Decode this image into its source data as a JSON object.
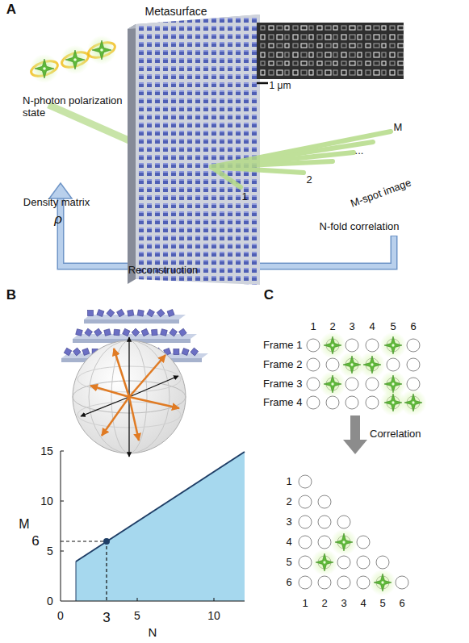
{
  "diagram": {
    "labels": [
      "A",
      "Metasurface",
      "1 μm",
      "N-photon polarization state",
      "M",
      "...",
      "2",
      "M-spot image",
      "1",
      "Density matrix",
      "ρ",
      "N-fold correlation",
      "Reconstruction",
      "B",
      "M",
      "15",
      "10",
      "6",
      "5",
      "0",
      "0",
      "3",
      "5",
      "10",
      "N",
      "C",
      "1",
      "2",
      "3",
      "4",
      "5",
      "6",
      "Frame 1",
      "Frame 2",
      "Frame 3",
      "Frame 4",
      "Correlation",
      "1",
      "2",
      "3",
      "4",
      "5",
      "6",
      "1",
      "2",
      "3",
      "4",
      "5",
      "6"
    ]
  }
}
